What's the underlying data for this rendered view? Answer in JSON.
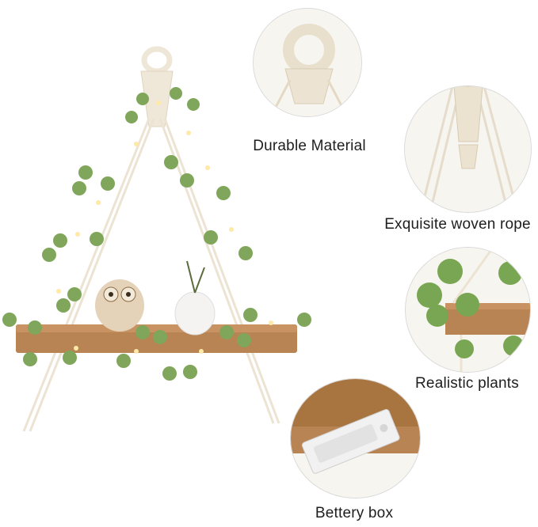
{
  "features": [
    {
      "icon": "durable-material-detail",
      "label": "Durable Material"
    },
    {
      "icon": "woven-rope-detail",
      "label": "Exquisite woven rope"
    },
    {
      "icon": "realistic-plants-detail",
      "label": "Realistic plants"
    },
    {
      "icon": "battery-box-detail",
      "label": "Bettery box"
    }
  ]
}
